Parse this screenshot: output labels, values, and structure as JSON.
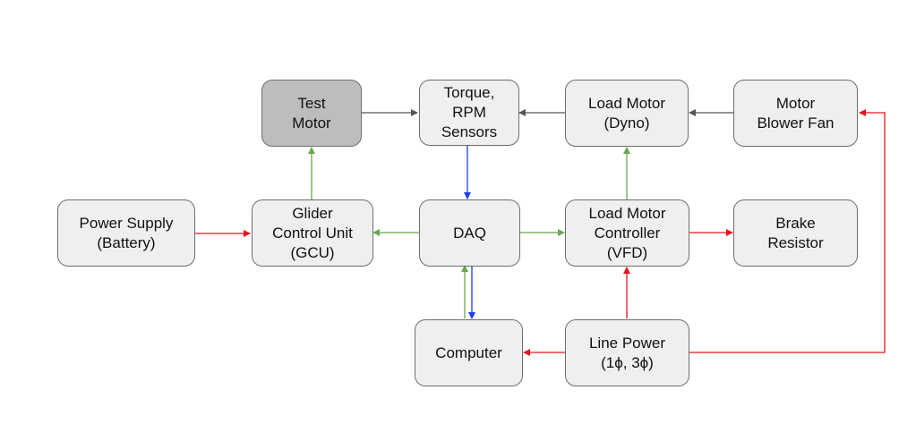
{
  "nodes": {
    "test_motor": "Test\nMotor",
    "sensors": "Torque,\nRPM\nSensors",
    "load_motor": "Load Motor\n(Dyno)",
    "blower_fan": "Motor\nBlower Fan",
    "power_supply": "Power Supply\n(Battery)",
    "gcu": "Glider\nControl Unit\n(GCU)",
    "daq": "DAQ",
    "load_controller": "Load Motor\nController\n(VFD)",
    "brake_resistor": "Brake\nResistor",
    "computer": "Computer",
    "line_power": "Line Power\n(1ϕ, 3ϕ)"
  },
  "colors": {
    "power": "#e8141a",
    "control": "#6aa84f",
    "data": "#1a3fe8",
    "mechanical": "#555555",
    "highlight_fill": "#bdbdbd",
    "box_fill": "#efefef"
  }
}
